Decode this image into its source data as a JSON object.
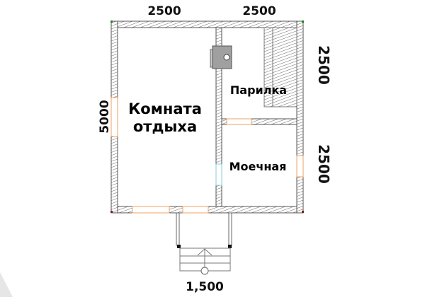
{
  "dimensions": {
    "top_left": "2500",
    "top_right": "2500",
    "left": "5000",
    "right_top": "2500",
    "right_bottom": "2500",
    "porch": "1,500"
  },
  "rooms": {
    "rest_room_line1": "Комната",
    "rest_room_line2": "отдыха",
    "steam_room": "Парилка",
    "washroom": "Моечная"
  },
  "colors": {
    "wall_stroke": "#555555",
    "window": "#f0a060",
    "stove": "#a0a0a0"
  }
}
